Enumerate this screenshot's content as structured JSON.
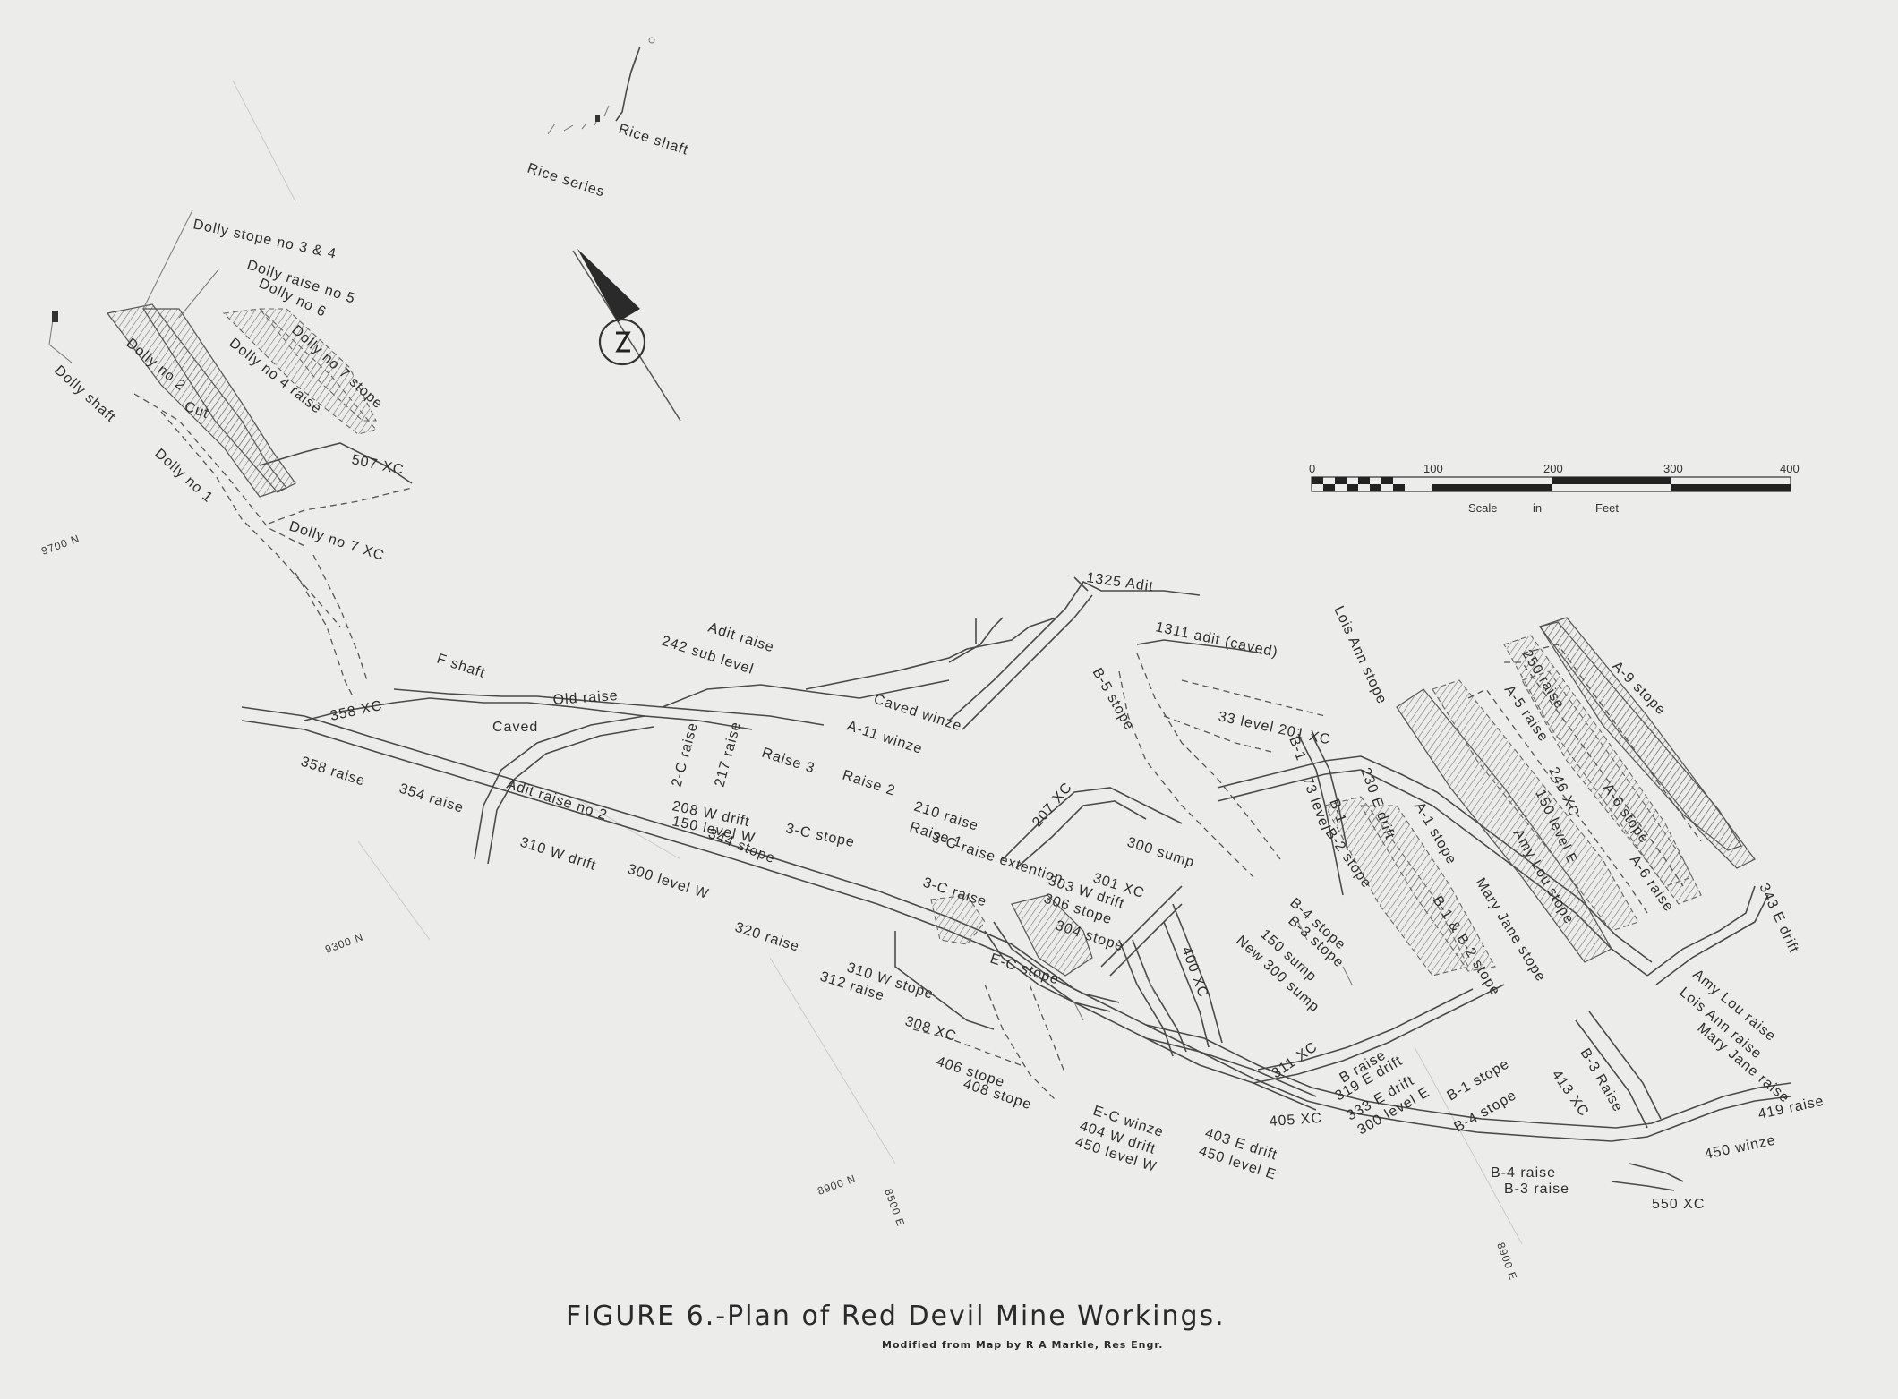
{
  "title": "FIGURE 6.-Plan of Red Devil Mine Workings.",
  "credit": "Modified from Map by R A Markle, Res Engr.",
  "scale": {
    "ticks": [
      "0",
      "100",
      "200",
      "300",
      "400"
    ],
    "label_parts": [
      "Scale",
      "in",
      "Feet"
    ]
  },
  "north_arrow": {
    "icon": "north-arrow-icon"
  },
  "coordinates": [
    "9700 N",
    "9300 N",
    "8900 N",
    "8500 E",
    "8900 E"
  ],
  "labels": [
    "Rice shaft",
    "Rice series",
    "Dolly stope no 3 & 4",
    "Dolly raise no 5",
    "Dolly no 6",
    "Dolly no 7 stope",
    "Dolly no 4 raise",
    "Dolly no 2",
    "Dolly shaft",
    "Cut",
    "Dolly no 1",
    "507 XC",
    "Dolly no 7 XC",
    "F shaft",
    "358 XC",
    "Old raise",
    "Caved",
    "358 raise",
    "354 raise",
    "Adit raise no 2",
    "310 W drift",
    "300 level W",
    "320 raise",
    "344 stope",
    "Adit raise",
    "242 sub level",
    "Caved winze",
    "A-11 winze",
    "2-C raise",
    "217 raise",
    "Raise 3",
    "Raise 2",
    "208 W drift",
    "150 level W",
    "3-C stope",
    "210 raise",
    "Raise 1",
    "3-C raise extention",
    "3-C raise",
    "1325 Adit",
    "1311 adit (caved)",
    "207 XC",
    "B-5 stope",
    "33 level 201 XC",
    "B-1",
    "73 level",
    "B-1",
    "B-2 stope",
    "230 E drift",
    "Lois Ann stope",
    "A-1 stope",
    "250 raise",
    "A-9 stope",
    "A-5 raise",
    "246 XC",
    "150 level E",
    "Amy Lou stope",
    "A-6 stope",
    "A-6 raise",
    "343 E drift",
    "Mary Jane stope",
    "B-1 & B-2 stope",
    "300 sump",
    "301 XC",
    "303 W drift",
    "306 stope",
    "304 stope",
    "B-4 stope",
    "B-3 stope",
    "150 sump",
    "New 300 sump",
    "400 XC",
    "310 W stope",
    "312 raise",
    "E-C stope",
    "308 XC",
    "406 stope",
    "408 stope",
    "E-C winze",
    "404 W drift",
    "450 level W",
    "403 E drift",
    "450 level E",
    "405 XC",
    "311 XC",
    "B raise",
    "319 E drift",
    "333 E drift",
    "300 level E",
    "B-1 stope",
    "B-4 stope",
    "413 XC",
    "B-3 Raise",
    "Amy Lou raise",
    "Lois Ann raise",
    "Mary Jane raise",
    "419 raise",
    "450 winze",
    "B-4 raise",
    "B-3 raise",
    "550 XC"
  ]
}
